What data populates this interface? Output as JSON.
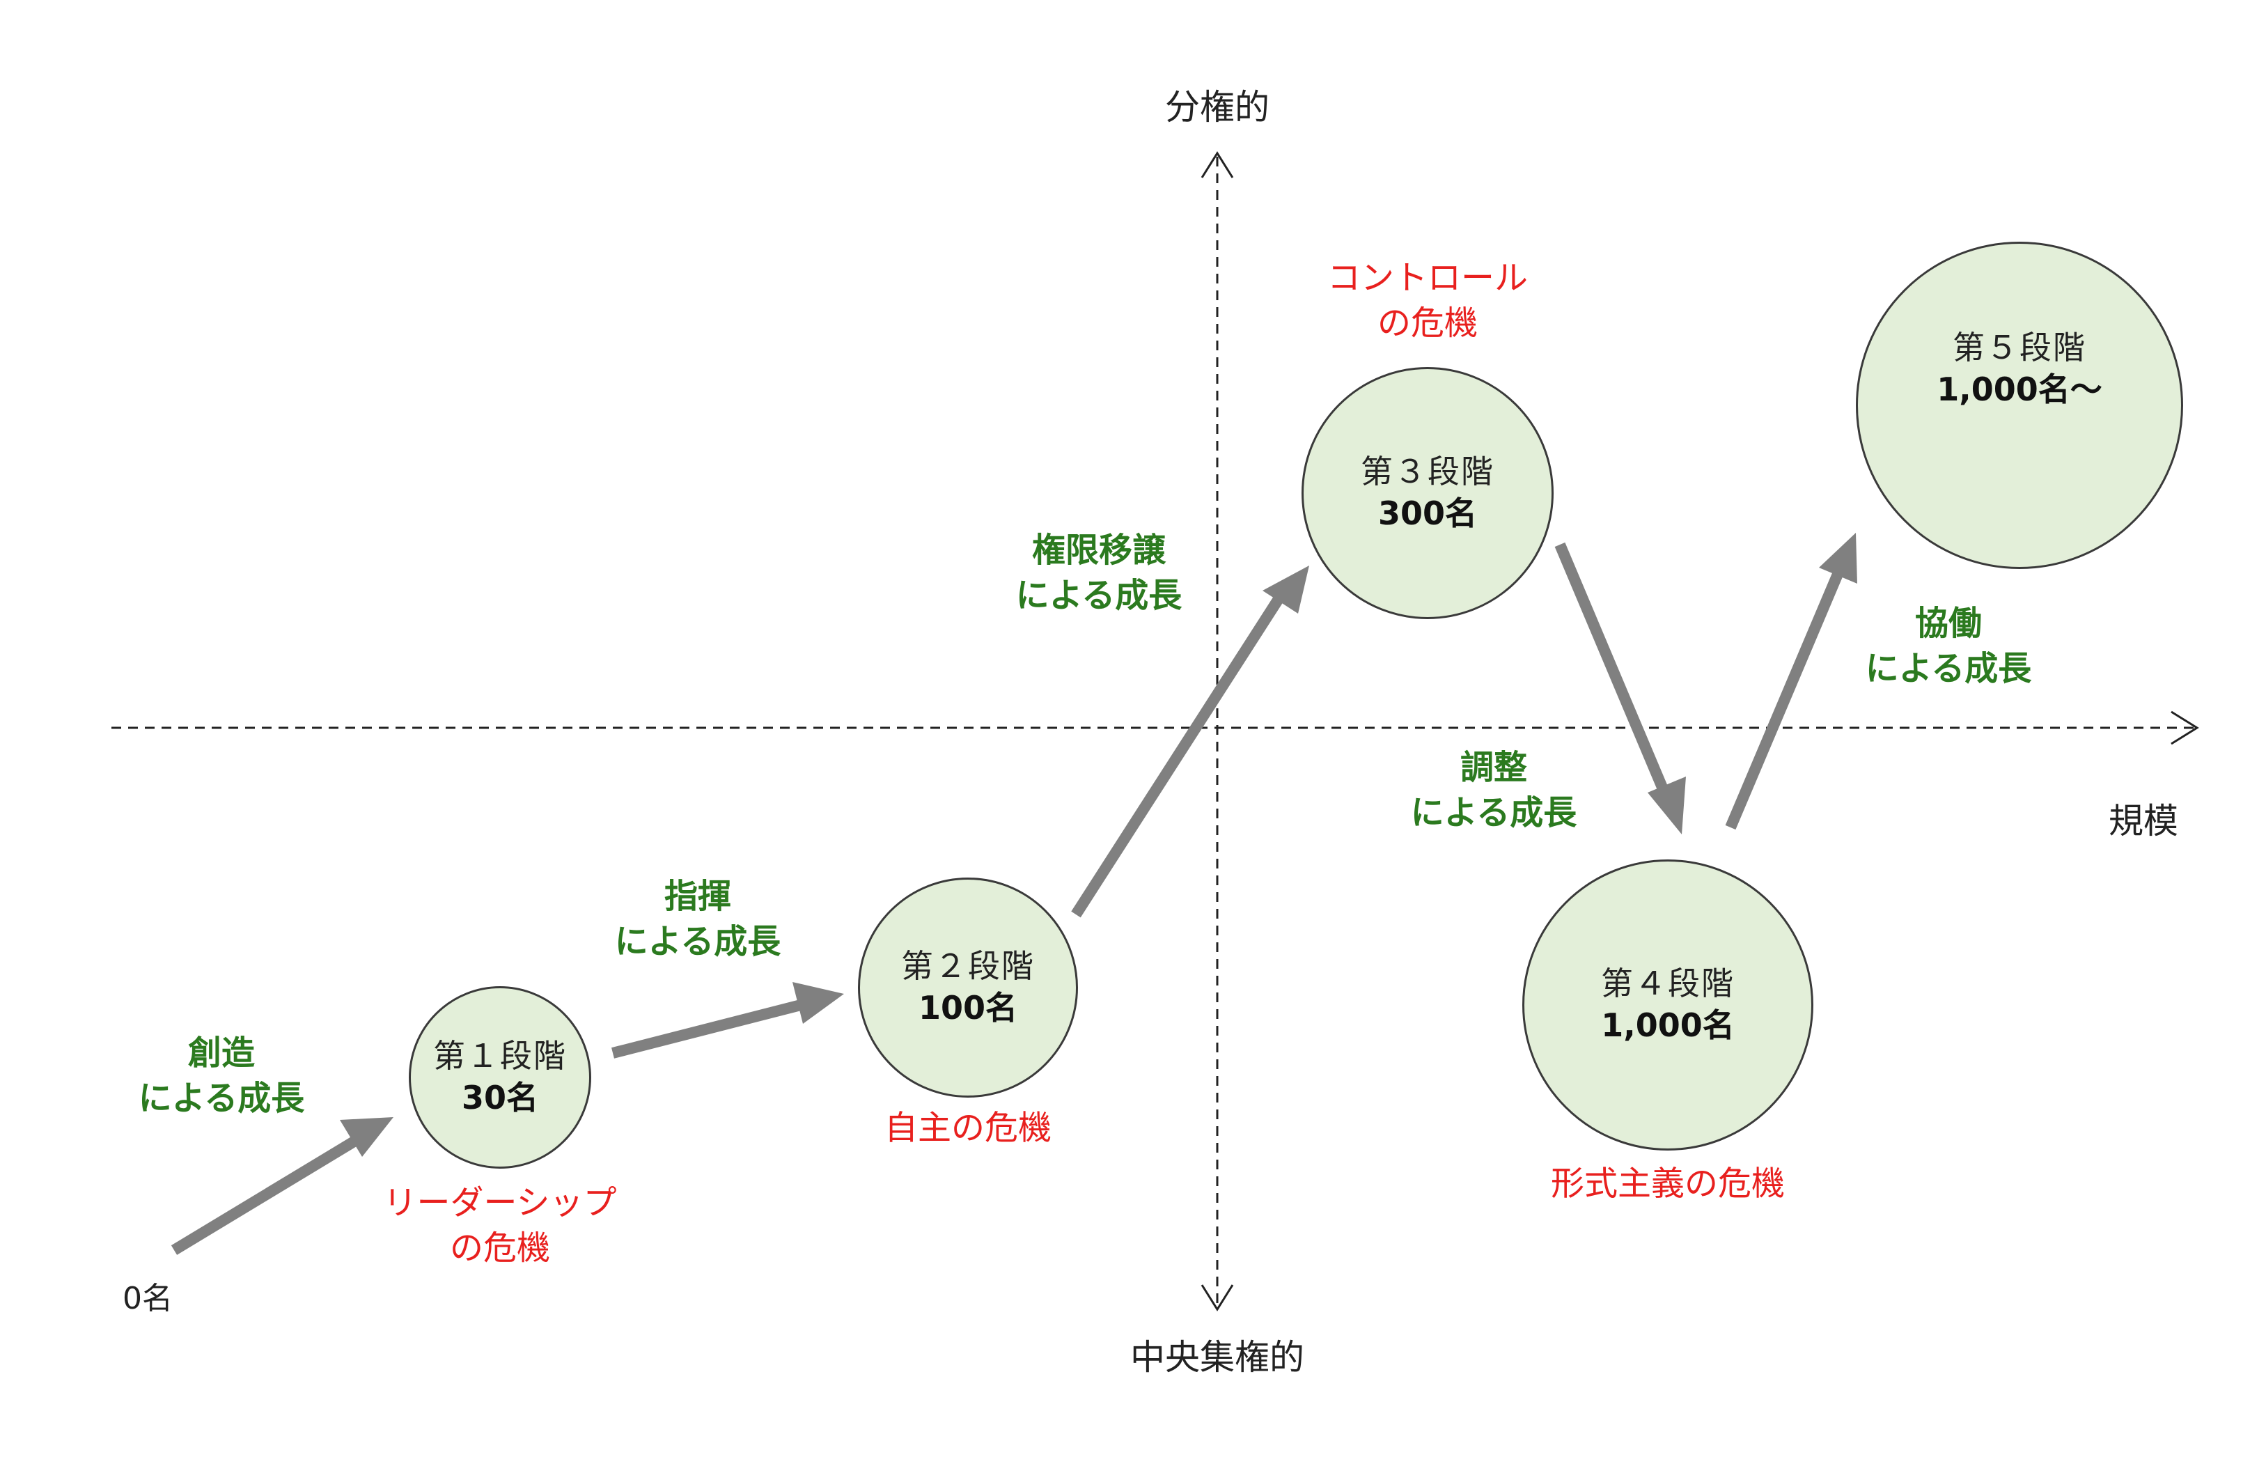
{
  "axes": {
    "top": "分権的",
    "bottom": "中央集権的",
    "right": "規模"
  },
  "origin_label": "0名",
  "stages": [
    {
      "name": "第１段階",
      "size": "30名"
    },
    {
      "name": "第２段階",
      "size": "100名"
    },
    {
      "name": "第３段階",
      "size": "300名"
    },
    {
      "name": "第４段階",
      "size": "1,000名"
    },
    {
      "name": "第５段階",
      "size": "1,000名～"
    }
  ],
  "growth_labels": [
    {
      "line1": "創造",
      "line2": "による成長"
    },
    {
      "line1": "指揮",
      "line2": "による成長"
    },
    {
      "line1": "権限移譲",
      "line2": "による成長"
    },
    {
      "line1": "調整",
      "line2": "による成長"
    },
    {
      "line1": "協働",
      "line2": "による成長"
    }
  ],
  "crisis_labels": [
    {
      "line1": "リーダーシップ",
      "line2": "の危機"
    },
    {
      "line1": "自主の危機",
      "line2": ""
    },
    {
      "line1": "コントロール",
      "line2": "の危機"
    },
    {
      "line1": "形式主義の危機",
      "line2": ""
    }
  ],
  "colors": {
    "growth_text": "#2b7a1f",
    "crisis_text": "#e8201e",
    "node_fill": "#e3efd9",
    "arrow": "#808080"
  }
}
